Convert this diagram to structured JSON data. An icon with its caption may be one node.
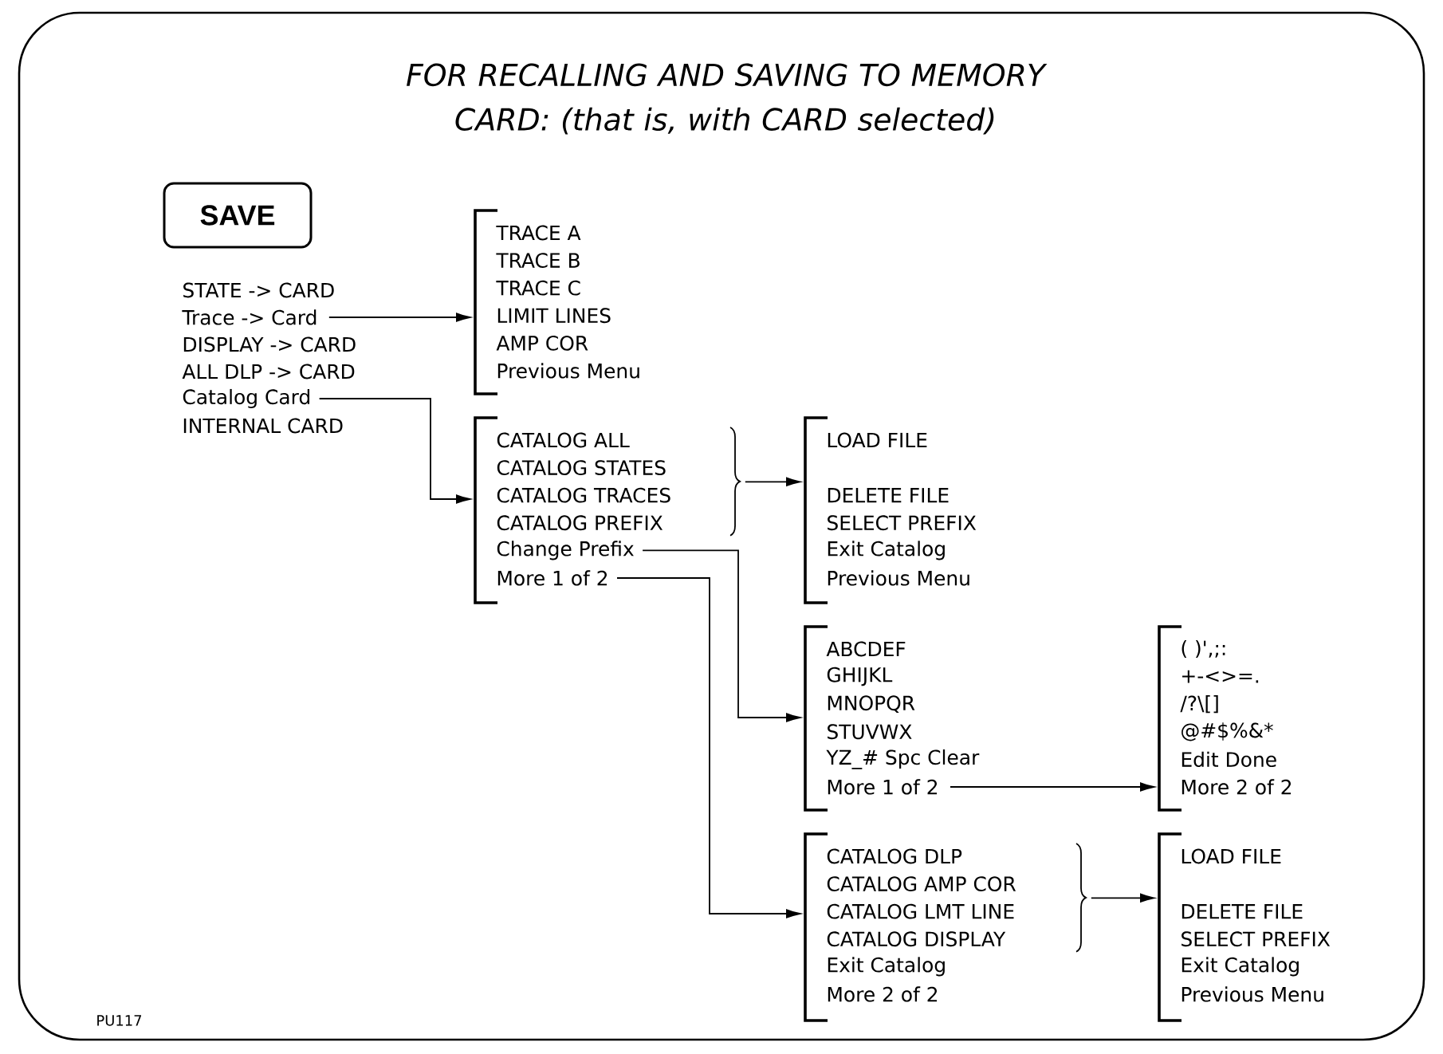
{
  "diagram": {
    "title": "FOR RECALLING AND SAVING TO MEMORY CARD: (that is, with CARD selected)",
    "nodes": [
      {
        "text": [
          "SAVE"
        ]
      },
      {
        "text": [
          "STATE -> CARD"
        ]
      },
      {
        "text": [
          "Trace -> Card"
        ]
      },
      {
        "text": [
          "DISPLAY -> CARD"
        ]
      },
      {
        "text": [
          "ALL DLP -> CARD"
        ]
      },
      {
        "text": [
          "Catalog Card"
        ]
      },
      {
        "text": [
          "INTERNAL CARD"
        ]
      },
      {
        "text": [],
        "shape": "bracket"
      },
      {
        "text": [
          "TRACE A"
        ]
      },
      {
        "text": [
          "TRACE B"
        ]
      },
      {
        "text": [
          "TRACE C"
        ]
      },
      {
        "text": [
          "LIMIT LINES"
        ]
      },
      {
        "text": [
          "AMP COR"
        ]
      },
      {
        "text": [
          "Previous Menu"
        ]
      },
      {
        "text": [],
        "shape": "bracket"
      },
      {
        "text": [
          "CATALOG ALL"
        ]
      },
      {
        "text": [
          "CATALOG STATES"
        ]
      },
      {
        "text": [
          "CATALOG TRACES"
        ]
      },
      {
        "text": [
          "CATALOG PREFIX"
        ]
      },
      {
        "text": [
          "Change Prefix"
        ]
      },
      {
        "text": [
          "More 1 of 2"
        ]
      },
      {
        "text": [],
        "shape": "brace"
      },
      {
        "text": [],
        "shape": "bracket"
      },
      {
        "text": [
          "LOAD FILE"
        ]
      },
      {
        "text": [
          "DELETE FILE"
        ]
      },
      {
        "text": [
          "SELECT PREFIX"
        ]
      },
      {
        "text": [
          "Exit Catalog"
        ]
      },
      {
        "text": [
          "Previous Menu"
        ]
      },
      {
        "text": [],
        "shape": "bracket"
      },
      {
        "text": [
          "ABCDEF"
        ]
      },
      {
        "text": [
          "GHIJKL"
        ]
      },
      {
        "text": [
          "MNOPQR"
        ]
      },
      {
        "text": [
          "STUVWX"
        ]
      },
      {
        "text": [
          "YZ_# Spc Clear"
        ]
      },
      {
        "text": [
          "More 1 of 2"
        ]
      },
      {
        "text": [],
        "shape": "bracket"
      },
      {
        "text": [
          "( )',;:"
        ]
      },
      {
        "text": [
          "+-<>=."
        ]
      },
      {
        "text": [
          "/?\\[]"
        ]
      },
      {
        "text": [
          "@#$%&*"
        ]
      },
      {
        "text": [
          "Edit Done"
        ]
      },
      {
        "text": [
          "More 2 of 2"
        ]
      },
      {
        "text": [],
        "shape": "bracket"
      },
      {
        "text": [
          "CATALOG DLP"
        ]
      },
      {
        "text": [
          "CATALOG AMP COR"
        ]
      },
      {
        "text": [
          "CATALOG LMT LINE"
        ]
      },
      {
        "text": [
          "CATALOG DISPLAY"
        ]
      },
      {
        "text": [
          "Exit Catalog"
        ]
      },
      {
        "text": [
          "More 2 of 2"
        ]
      },
      {
        "text": [],
        "shape": "brace"
      },
      {
        "text": [],
        "shape": "bracket"
      },
      {
        "text": [
          "LOAD FILE"
        ]
      },
      {
        "text": [
          "DELETE FILE"
        ]
      },
      {
        "text": [
          "SELECT PREFIX"
        ]
      },
      {
        "text": [
          "Exit Catalog"
        ]
      },
      {
        "text": [
          "Previous Menu"
        ]
      }
    ],
    "edges": [
      {
        "from": 2,
        "to": 7,
        "arrow": "to"
      },
      {
        "from": 5,
        "to": 14,
        "arrow": "to"
      },
      {
        "from": 21,
        "to": 22,
        "arrow": "to"
      },
      {
        "from": 19,
        "to": 28,
        "arrow": "to"
      },
      {
        "from": 20,
        "to": 42,
        "arrow": "to"
      },
      {
        "from": 34,
        "to": 35,
        "arrow": "to"
      },
      {
        "from": 49,
        "to": 50,
        "arrow": "to"
      }
    ],
    "labels": [
      "PU117"
    ]
  }
}
